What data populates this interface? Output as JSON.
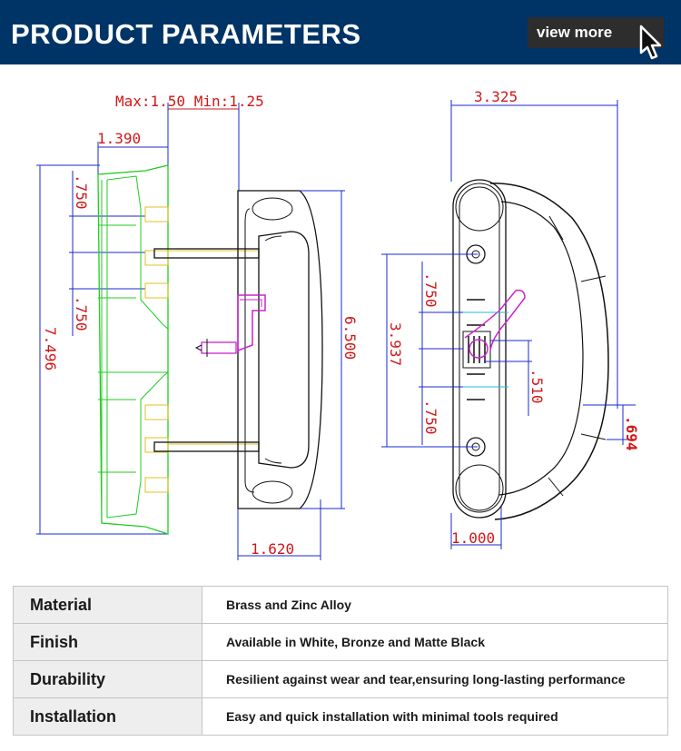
{
  "header": {
    "title": "PRODUCT PARAMETERS",
    "view_more": "view more"
  },
  "drawing": {
    "left_view": {
      "max_min": "Max:1.50 Min:1.25",
      "width": "1.390",
      "height": "7.496",
      "upper_spacing": ".750",
      "lower_spacing": ".750"
    },
    "front_view": {
      "height": "6.500",
      "base_width": "1.620"
    },
    "right_view": {
      "width": "3.325",
      "hole_distance": "3.937",
      "upper_spacing": ".750",
      "lower_spacing": ".750",
      "offset": ".510",
      "depth": ".694",
      "base_width": "1.000"
    }
  },
  "specs": [
    {
      "label": "Material",
      "value": "Brass and Zinc Alloy"
    },
    {
      "label": "Finish",
      "value": "Available in White, Bronze and Matte Black"
    },
    {
      "label": "Durability",
      "value": "Resilient against wear and tear,ensuring long-lasting performance"
    },
    {
      "label": "Installation",
      "value": "Easy and quick installation with minimal tools required"
    }
  ],
  "colors": {
    "header_bg": "#003466",
    "dimension_red": "#d01818",
    "profile_green": "#22cc22",
    "latch_magenta": "#cc22cc",
    "dim_blue": "#1a2ad0"
  }
}
